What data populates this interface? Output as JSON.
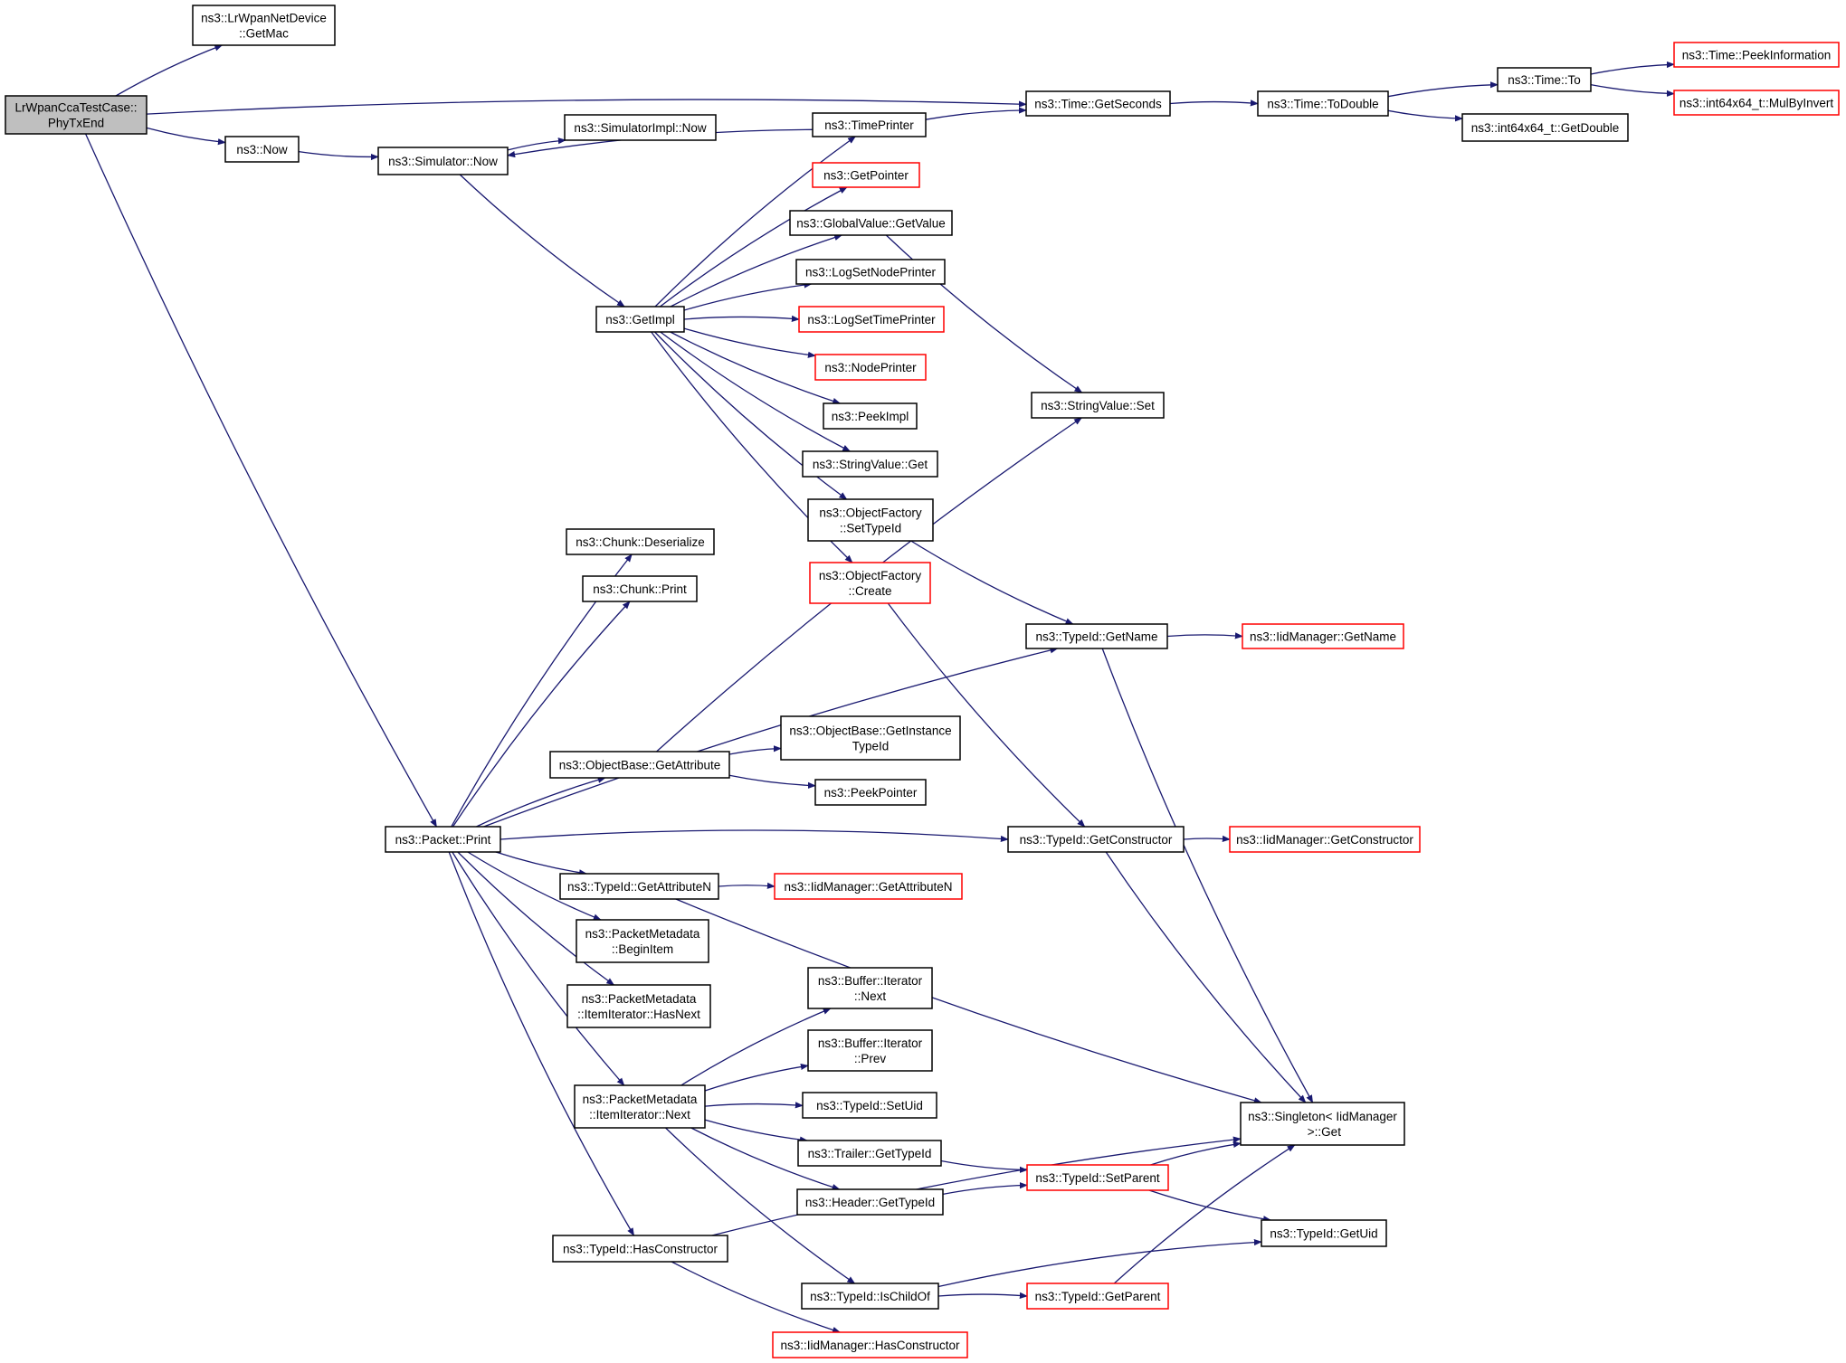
{
  "colors": {
    "edge": "#191970",
    "node_border": "#000000",
    "node_border_incomplete": "#ff0000",
    "node_fill": "#ffffff",
    "root_fill": "#bfbfbf"
  },
  "nodes": [
    {
      "id": "root",
      "lines": [
        "LrWpanCcaTestCase::",
        "PhyTxEnd"
      ],
      "style": "root"
    },
    {
      "id": "getmac",
      "lines": [
        "ns3::LrWpanNetDevice",
        "::GetMac"
      ],
      "style": "normal"
    },
    {
      "id": "now",
      "lines": [
        "ns3::Now"
      ],
      "style": "normal"
    },
    {
      "id": "simnow",
      "lines": [
        "ns3::Simulator::Now"
      ],
      "style": "normal"
    },
    {
      "id": "simimplnow",
      "lines": [
        "ns3::SimulatorImpl::Now"
      ],
      "style": "normal"
    },
    {
      "id": "timeprinter",
      "lines": [
        "ns3::TimePrinter"
      ],
      "style": "normal"
    },
    {
      "id": "getseconds",
      "lines": [
        "ns3::Time::GetSeconds"
      ],
      "style": "normal"
    },
    {
      "id": "todouble",
      "lines": [
        "ns3::Time::ToDouble"
      ],
      "style": "normal"
    },
    {
      "id": "timeto",
      "lines": [
        "ns3::Time::To"
      ],
      "style": "normal"
    },
    {
      "id": "peekinfo",
      "lines": [
        "ns3::Time::PeekInformation"
      ],
      "style": "incomplete"
    },
    {
      "id": "mulbyinvert",
      "lines": [
        "ns3::int64x64_t::MulByInvert"
      ],
      "style": "incomplete"
    },
    {
      "id": "getdouble",
      "lines": [
        "ns3::int64x64_t::GetDouble"
      ],
      "style": "normal"
    },
    {
      "id": "getpointer",
      "lines": [
        "ns3::GetPointer"
      ],
      "style": "incomplete"
    },
    {
      "id": "gvgetvalue",
      "lines": [
        "ns3::GlobalValue::GetValue"
      ],
      "style": "normal"
    },
    {
      "id": "getimpl",
      "lines": [
        "ns3::GetImpl"
      ],
      "style": "normal"
    },
    {
      "id": "lognodeprinter",
      "lines": [
        "ns3::LogSetNodePrinter"
      ],
      "style": "normal"
    },
    {
      "id": "logtimeprinter",
      "lines": [
        "ns3::LogSetTimePrinter"
      ],
      "style": "incomplete"
    },
    {
      "id": "nodeprinter",
      "lines": [
        "ns3::NodePrinter"
      ],
      "style": "incomplete"
    },
    {
      "id": "peekimpl",
      "lines": [
        "ns3::PeekImpl"
      ],
      "style": "normal"
    },
    {
      "id": "svget",
      "lines": [
        "ns3::StringValue::Get"
      ],
      "style": "normal"
    },
    {
      "id": "svset",
      "lines": [
        "ns3::StringValue::Set"
      ],
      "style": "normal"
    },
    {
      "id": "ofsettypeid",
      "lines": [
        "ns3::ObjectFactory",
        "::SetTypeId"
      ],
      "style": "normal"
    },
    {
      "id": "ofcreate",
      "lines": [
        "ns3::ObjectFactory",
        "::Create"
      ],
      "style": "incomplete"
    },
    {
      "id": "chunkdeser",
      "lines": [
        "ns3::Chunk::Deserialize"
      ],
      "style": "normal"
    },
    {
      "id": "chunkprint",
      "lines": [
        "ns3::Chunk::Print"
      ],
      "style": "normal"
    },
    {
      "id": "tidgetname",
      "lines": [
        "ns3::TypeId::GetName"
      ],
      "style": "normal"
    },
    {
      "id": "iidgetname",
      "lines": [
        "ns3::IidManager::GetName"
      ],
      "style": "incomplete"
    },
    {
      "id": "obgetinst",
      "lines": [
        "ns3::ObjectBase::GetInstance",
        "TypeId"
      ],
      "style": "normal"
    },
    {
      "id": "obgetattr",
      "lines": [
        "ns3::ObjectBase::GetAttribute"
      ],
      "style": "normal"
    },
    {
      "id": "peekpointer",
      "lines": [
        "ns3::PeekPointer"
      ],
      "style": "normal"
    },
    {
      "id": "packetprint",
      "lines": [
        "ns3::Packet::Print"
      ],
      "style": "normal"
    },
    {
      "id": "tidgetctor",
      "lines": [
        "ns3::TypeId::GetConstructor"
      ],
      "style": "normal"
    },
    {
      "id": "iidgetctor",
      "lines": [
        "ns3::IidManager::GetConstructor"
      ],
      "style": "incomplete"
    },
    {
      "id": "tidgetattrn",
      "lines": [
        "ns3::TypeId::GetAttributeN"
      ],
      "style": "normal"
    },
    {
      "id": "iidgetattrn",
      "lines": [
        "ns3::IidManager::GetAttributeN"
      ],
      "style": "incomplete"
    },
    {
      "id": "pmbegin",
      "lines": [
        "ns3::PacketMetadata",
        "::BeginItem"
      ],
      "style": "normal"
    },
    {
      "id": "pmhasnext",
      "lines": [
        "ns3::PacketMetadata",
        "::ItemIterator::HasNext"
      ],
      "style": "normal"
    },
    {
      "id": "bufnext",
      "lines": [
        "ns3::Buffer::Iterator",
        "::Next"
      ],
      "style": "normal"
    },
    {
      "id": "bufprev",
      "lines": [
        "ns3::Buffer::Iterator",
        "::Prev"
      ],
      "style": "normal"
    },
    {
      "id": "pmnext",
      "lines": [
        "ns3::PacketMetadata",
        "::ItemIterator::Next"
      ],
      "style": "normal"
    },
    {
      "id": "tidsetuid",
      "lines": [
        "ns3::TypeId::SetUid"
      ],
      "style": "normal"
    },
    {
      "id": "singleton",
      "lines": [
        "ns3::Singleton< IidManager",
        " >::Get"
      ],
      "style": "normal"
    },
    {
      "id": "trailergettid",
      "lines": [
        "ns3::Trailer::GetTypeId"
      ],
      "style": "normal"
    },
    {
      "id": "tidsetparent",
      "lines": [
        "ns3::TypeId::SetParent"
      ],
      "style": "incomplete"
    },
    {
      "id": "headergettid",
      "lines": [
        "ns3::Header::GetTypeId"
      ],
      "style": "normal"
    },
    {
      "id": "tidgetuid",
      "lines": [
        "ns3::TypeId::GetUid"
      ],
      "style": "normal"
    },
    {
      "id": "tidhasctor",
      "lines": [
        "ns3::TypeId::HasConstructor"
      ],
      "style": "normal"
    },
    {
      "id": "tidischildof",
      "lines": [
        "ns3::TypeId::IsChildOf"
      ],
      "style": "normal"
    },
    {
      "id": "tidgetparent",
      "lines": [
        "ns3::TypeId::GetParent"
      ],
      "style": "incomplete"
    },
    {
      "id": "iidhasctor",
      "lines": [
        "ns3::IidManager::HasConstructor"
      ],
      "style": "incomplete"
    }
  ],
  "edges": [
    [
      "root",
      "getmac"
    ],
    [
      "root",
      "getseconds"
    ],
    [
      "root",
      "now"
    ],
    [
      "root",
      "packetprint"
    ],
    [
      "now",
      "simnow"
    ],
    [
      "simnow",
      "simimplnow"
    ],
    [
      "simnow",
      "getimpl"
    ],
    [
      "timeprinter",
      "simnow"
    ],
    [
      "timeprinter",
      "getseconds"
    ],
    [
      "getseconds",
      "todouble"
    ],
    [
      "todouble",
      "timeto"
    ],
    [
      "todouble",
      "getdouble"
    ],
    [
      "timeto",
      "peekinfo"
    ],
    [
      "timeto",
      "mulbyinvert"
    ],
    [
      "getimpl",
      "timeprinter"
    ],
    [
      "getimpl",
      "getpointer"
    ],
    [
      "getimpl",
      "gvgetvalue"
    ],
    [
      "getimpl",
      "lognodeprinter"
    ],
    [
      "getimpl",
      "logtimeprinter"
    ],
    [
      "getimpl",
      "nodeprinter"
    ],
    [
      "getimpl",
      "peekimpl"
    ],
    [
      "getimpl",
      "svget"
    ],
    [
      "getimpl",
      "ofsettypeid"
    ],
    [
      "getimpl",
      "ofcreate"
    ],
    [
      "gvgetvalue",
      "svset"
    ],
    [
      "ofsettypeid",
      "tidgetname"
    ],
    [
      "ofcreate",
      "tidgetctor"
    ],
    [
      "tidgetname",
      "iidgetname"
    ],
    [
      "tidgetname",
      "singleton"
    ],
    [
      "obgetattr",
      "svset"
    ],
    [
      "obgetattr",
      "obgetinst"
    ],
    [
      "obgetattr",
      "peekpointer"
    ],
    [
      "packetprint",
      "chunkdeser"
    ],
    [
      "packetprint",
      "chunkprint"
    ],
    [
      "packetprint",
      "tidgetname"
    ],
    [
      "packetprint",
      "obgetattr"
    ],
    [
      "packetprint",
      "tidgetctor"
    ],
    [
      "packetprint",
      "tidgetattrn"
    ],
    [
      "packetprint",
      "pmbegin"
    ],
    [
      "packetprint",
      "pmhasnext"
    ],
    [
      "packetprint",
      "pmnext"
    ],
    [
      "packetprint",
      "tidhasctor"
    ],
    [
      "tidgetctor",
      "iidgetctor"
    ],
    [
      "tidgetctor",
      "singleton"
    ],
    [
      "tidgetattrn",
      "iidgetattrn"
    ],
    [
      "tidgetattrn",
      "singleton"
    ],
    [
      "pmnext",
      "bufnext"
    ],
    [
      "pmnext",
      "bufprev"
    ],
    [
      "pmnext",
      "tidsetuid"
    ],
    [
      "pmnext",
      "trailergettid"
    ],
    [
      "pmnext",
      "headergettid"
    ],
    [
      "pmnext",
      "tidischildof"
    ],
    [
      "trailergettid",
      "tidsetparent"
    ],
    [
      "headergettid",
      "tidsetparent"
    ],
    [
      "tidsetparent",
      "singleton"
    ],
    [
      "tidsetparent",
      "tidgetuid"
    ],
    [
      "tidhasctor",
      "singleton"
    ],
    [
      "tidhasctor",
      "iidhasctor"
    ],
    [
      "tidischildof",
      "tidgetparent"
    ],
    [
      "tidischildof",
      "tidgetuid"
    ],
    [
      "tidgetparent",
      "singleton"
    ]
  ]
}
